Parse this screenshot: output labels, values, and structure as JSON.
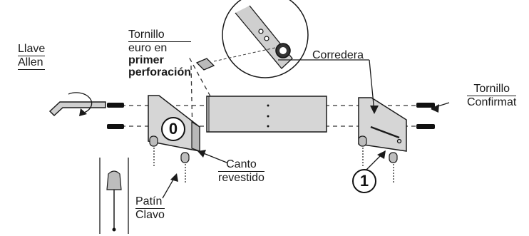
{
  "labels": {
    "llave": [
      "Llave",
      "Allen"
    ],
    "tornillo_euro": [
      "Tornillo",
      "euro en",
      "primer",
      "perforación"
    ],
    "corredera": "Corredera",
    "tornillo_confirmat": [
      "Tornillo",
      "Confirmat"
    ],
    "canto": [
      "Canto",
      "revestido"
    ],
    "patin": [
      "Patín",
      "Clavo"
    ]
  },
  "badges": [
    "0",
    "1"
  ],
  "colors": {
    "line": "#1a1a1a",
    "panel": "#d6d6d6",
    "panel_dark": "#b8b8b8",
    "dash": "#333333"
  }
}
